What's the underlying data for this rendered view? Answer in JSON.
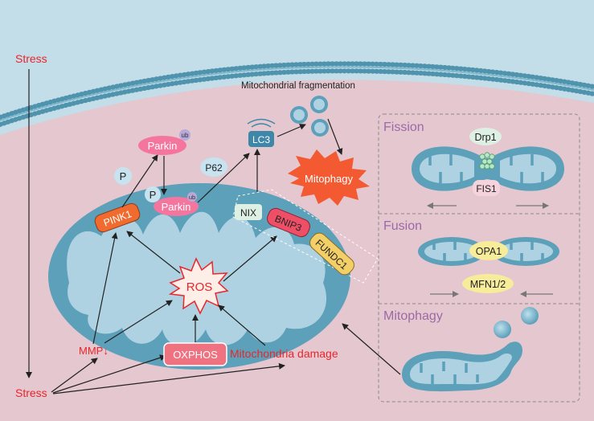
{
  "labels": {
    "stress_top": "Stress",
    "stress_bottom": "Stress",
    "mito_fragmentation": "Mitochondrial fragmentation",
    "mitophagy_burst": "Mitophagy",
    "lc3": "LC3",
    "p62": "P62",
    "parkin_top": "Parkin",
    "parkin_bottom": "Parkin",
    "ub_top": "ub",
    "ub_bottom": "ub",
    "p_top": "P",
    "p_bottom": "P",
    "pink1": "PINK1",
    "nix": "NIX",
    "bnip3": "BNIP3",
    "fundc1": "FUNDC1",
    "ros": "ROS",
    "mmp": "MMP↓",
    "oxphos": "OXPHOS",
    "mito_damage": "Mitochondria damage"
  },
  "panels": {
    "fission": {
      "title": "Fission",
      "drp1": "Drp1",
      "fis1": "FIS1"
    },
    "fusion": {
      "title": "Fusion",
      "opa1": "OPA1",
      "mfn": "MFN1/2"
    },
    "mitophagy": {
      "title": "Mitophagy"
    }
  },
  "colors": {
    "cytoplasm": "#e5c7cf",
    "background_top": "#c3dde9",
    "mito_outer": "#5da0ba",
    "mito_inner": "#afd2e2",
    "accent_red": "#e8262b",
    "panel_title": "#9c6aa6",
    "pink1": "#f06b2d",
    "bnip3": "#ee4f66",
    "fundc1": "#f3cf68",
    "parkin": "#f4769e",
    "lc3": "#3f87a8",
    "oxphos": "#ef7280"
  }
}
